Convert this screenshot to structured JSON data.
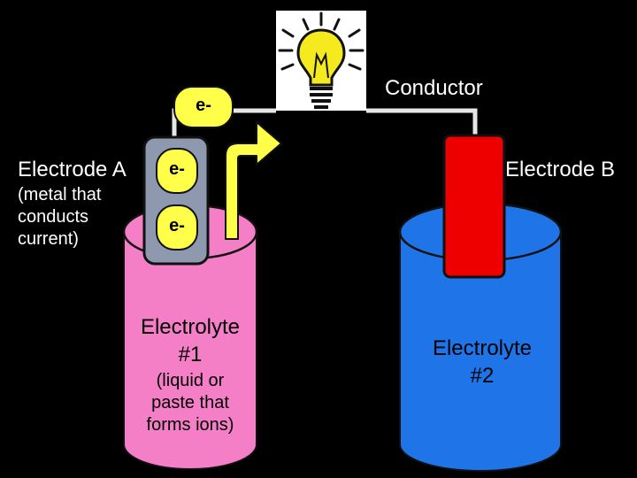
{
  "labels": {
    "conductor": "Conductor",
    "electrode_a": "Electrode A",
    "electrode_a_desc": [
      "(metal that",
      "conducts",
      "current)"
    ],
    "electrode_b": "Electrode B",
    "electron": "e-",
    "electrolyte_1": [
      "Electrolyte",
      "#1"
    ],
    "electrolyte_1_desc": [
      "(liquid or",
      "paste that",
      "forms ions)"
    ],
    "electrolyte_2": [
      "Electrolyte",
      "#2"
    ]
  },
  "colors": {
    "background": "#000000",
    "electrolyte_1": "#f47fc7",
    "electrolyte_2": "#1f74e8",
    "electrode_a": "#8e98ae",
    "electrode_b": "#ee0000",
    "electron": "#ffff4a",
    "arrow": "#ffff4a",
    "wire": "#e6e6e6",
    "bulb": "#f5ea1e"
  },
  "icons": {
    "bulb": "lightbulb-icon",
    "arrow": "arrow-up-right-icon"
  }
}
